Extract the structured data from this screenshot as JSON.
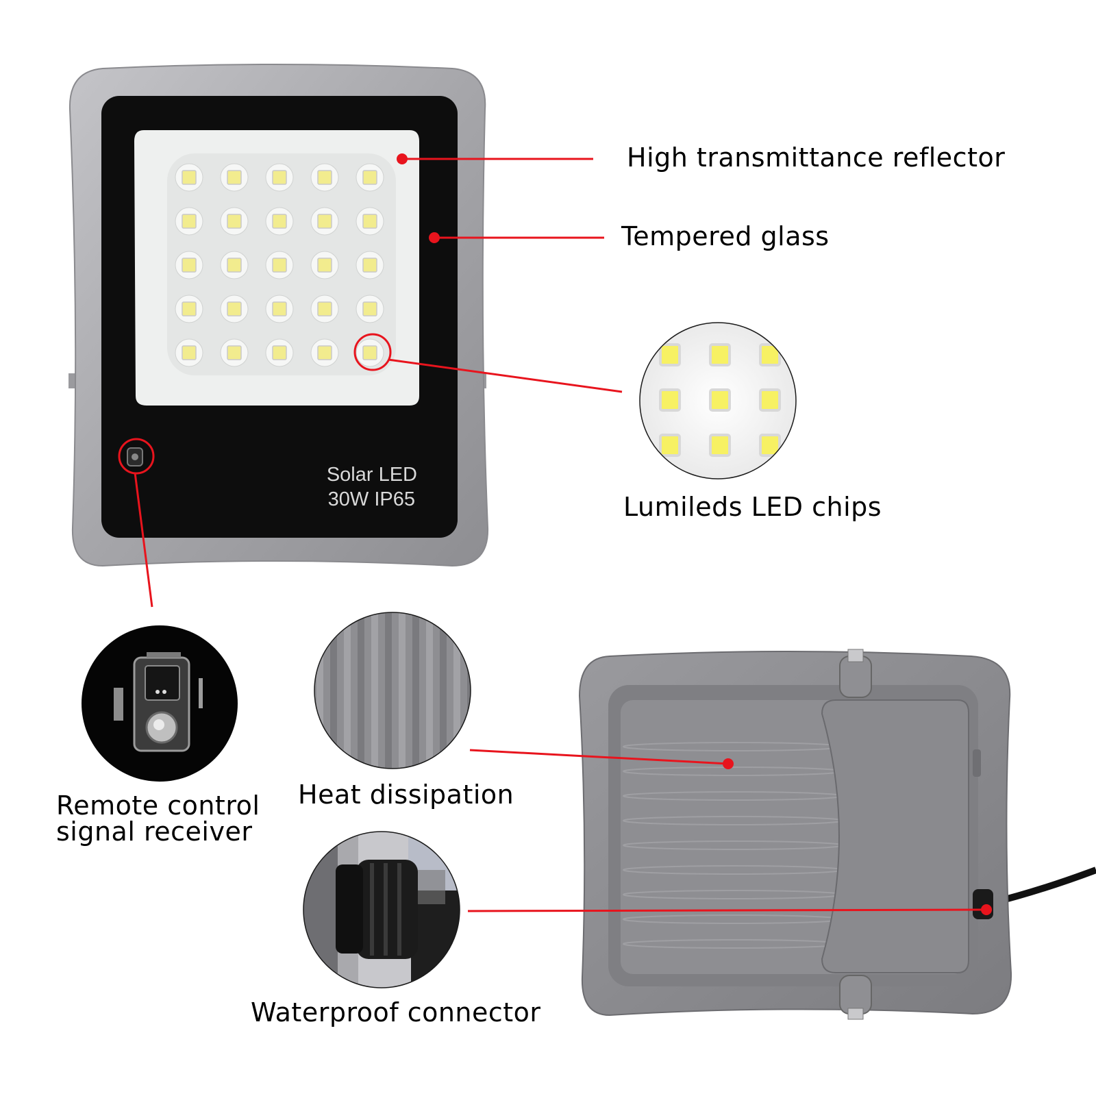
{
  "device": {
    "badge_line1": "Solar LED",
    "badge_line2": "30W IP65"
  },
  "callouts": {
    "reflector": "High transmittance reflector",
    "glass": "Tempered glass",
    "chips": "Lumileds LED chips",
    "receiver_line1": "Remote control",
    "receiver_line2": "signal receiver",
    "heat": "Heat dissipation",
    "connector": "Waterproof connector"
  },
  "colors": {
    "pointer": "#e8141d",
    "housing": "#a9a9ad",
    "panel": "#0d0d0d",
    "reflector": "#eef0ef",
    "led_chip": "#f2ec8e",
    "back_housing": "#8b8b8f"
  }
}
